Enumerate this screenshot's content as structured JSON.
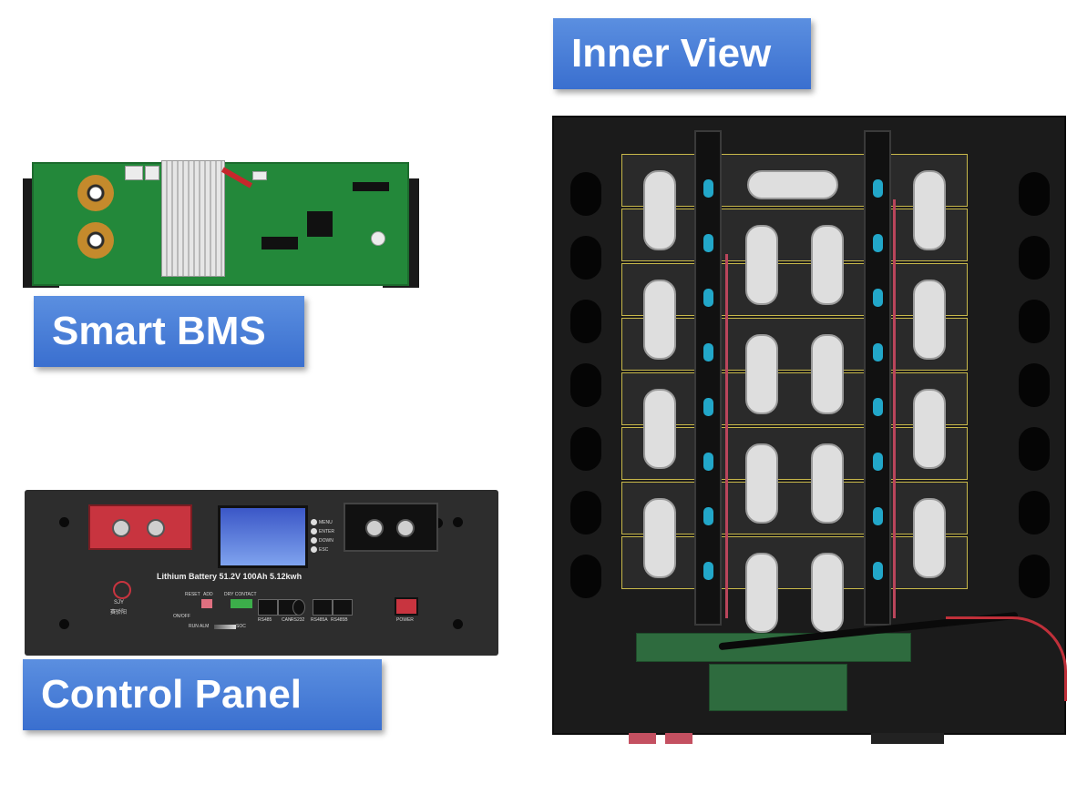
{
  "labels": {
    "smart_bms": "Smart BMS",
    "inner_view": "Inner View",
    "control_panel": "Control Panel"
  },
  "panel_text": {
    "product": "Lithium Battery 51.2V 100Ah 5.12kwh",
    "brand": "SJY",
    "brand_cn": "赛骄阳",
    "reset": "RESET",
    "add": "ADD",
    "dry_contact": "DRY CONTACT",
    "on_off": "ON/OFF",
    "run": "RUN",
    "alm": "ALM",
    "soc": "SOC",
    "rs485": "RS485",
    "can": "CAN",
    "rs232": "RS232",
    "rs485a": "RS485A",
    "rs485b": "RS485B",
    "power": "POWER",
    "menu": "MENU",
    "enter": "ENTER",
    "down": "DOWN",
    "esc": "ESC"
  },
  "colors": {
    "label_bg": "#4a80d8",
    "pcb": "#23883a",
    "panel": "#2d2d2d",
    "terminal_red": "#c8343f",
    "case": "#1b1b1b",
    "clip_blue": "#22a7c9"
  }
}
